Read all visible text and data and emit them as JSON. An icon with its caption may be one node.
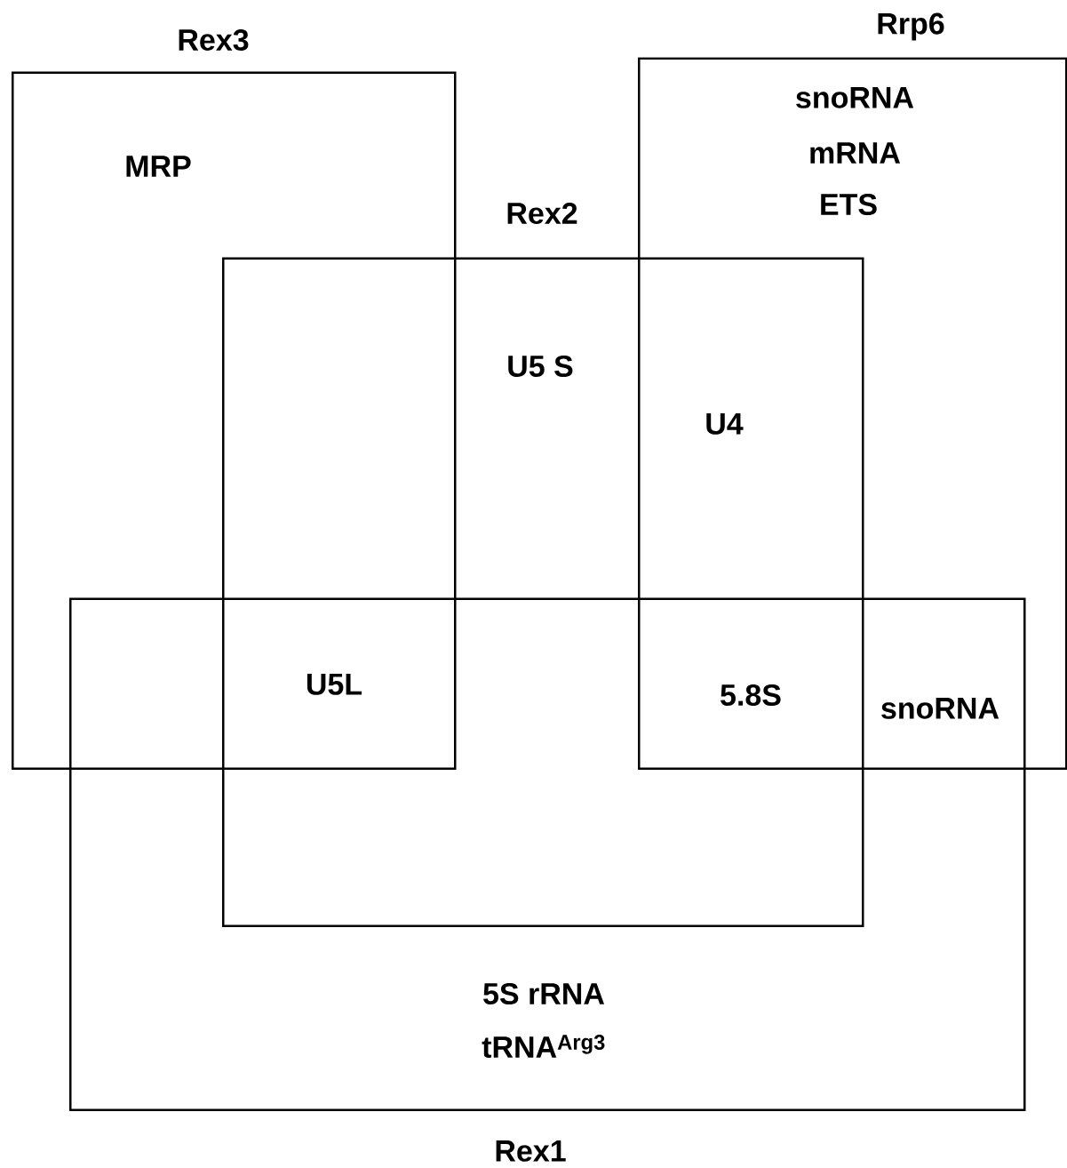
{
  "diagram": {
    "nodes": [
      {
        "text": [
          "Rex3"
        ]
      },
      {
        "text": [
          "Rrp6"
        ]
      },
      {
        "text": [
          "Rex2"
        ]
      },
      {
        "text": [
          "Rex1"
        ]
      }
    ],
    "labels": [
      "snoRNA",
      "mRNA",
      "MRP",
      "ETS",
      "U5 S",
      "U4",
      "U5L",
      "5.8S",
      "snoRNA",
      "5S rRNA",
      "tRNA$^{Arg3}$"
    ]
  }
}
